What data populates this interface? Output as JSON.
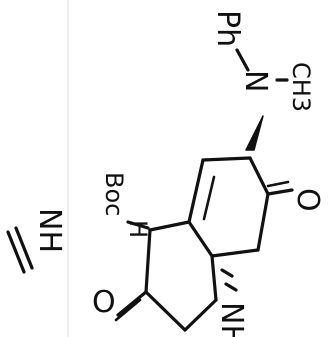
{
  "structure": {
    "labels": {
      "ph": "Ph",
      "n_top": "N",
      "ch3": "CH3",
      "carbonyl_o_right": "O",
      "carbonyl_o_bottom": "O",
      "nh": "NH",
      "boc": "Boc",
      "side_label": "NH",
      "h": "H"
    }
  },
  "colors": {
    "ink": "#111111",
    "paper": "#ffffff",
    "faint_line": "#d9d9d9"
  }
}
